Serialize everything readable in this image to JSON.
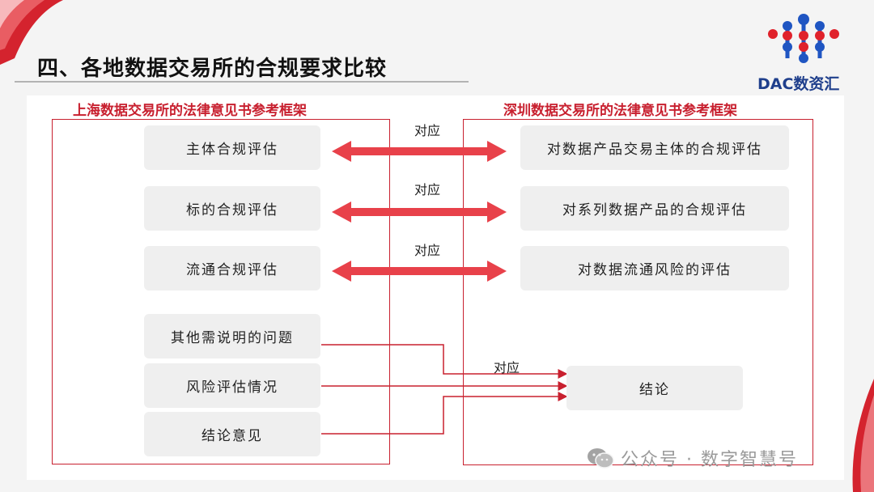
{
  "title": "四、各地数据交易所的合规要求比较",
  "logo": {
    "text": "DAC数资汇",
    "colors": {
      "red": "#e0222b",
      "blue": "#1f55c2"
    }
  },
  "left_column": {
    "title": "上海数据交易所的法律意见书参考框架",
    "items": [
      "主体合规评估",
      "标的合规评估",
      "流通合规评估",
      "其他需说明的问题",
      "风险评估情况",
      "结论意见"
    ]
  },
  "right_column": {
    "title": "深圳数据交易所的法律意见书参考框架",
    "items": [
      "对数据产品交易主体的合规评估",
      "对系列数据产品的合规评估",
      "对数据流通风险的评估",
      "结论"
    ]
  },
  "relations": {
    "label": "对应",
    "pairs": [
      {
        "from": 0,
        "to": 0
      },
      {
        "from": 1,
        "to": 1
      },
      {
        "from": 2,
        "to": 2
      },
      {
        "from": [
          3,
          4,
          5
        ],
        "to": 3
      }
    ]
  },
  "watermark": {
    "text": "公众号 · 数字智慧号"
  },
  "colors": {
    "accent": "#c8202f",
    "arrow": "#e8414a",
    "box_fill": "#efefef"
  }
}
